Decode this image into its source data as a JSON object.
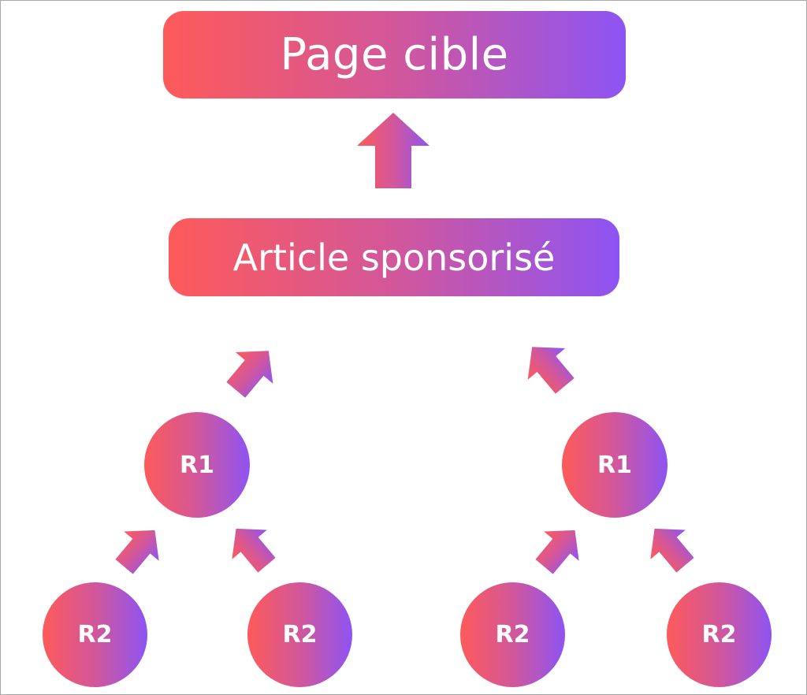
{
  "diagram": {
    "top_box": {
      "label": "Page cible"
    },
    "middle_box": {
      "label": "Article sponsorisé"
    },
    "level1_nodes": [
      {
        "label": "R1"
      },
      {
        "label": "R1"
      }
    ],
    "level2_nodes": [
      {
        "label": "R2"
      },
      {
        "label": "R2"
      },
      {
        "label": "R2"
      },
      {
        "label": "R2"
      }
    ]
  },
  "colors": {
    "gradient_start": "#fe5a5a",
    "gradient_mid": "#d2579a",
    "gradient_end": "#8d54f4",
    "text": "#ffffff",
    "background": "#ffffff",
    "frame_border": "#a9a9a9"
  }
}
